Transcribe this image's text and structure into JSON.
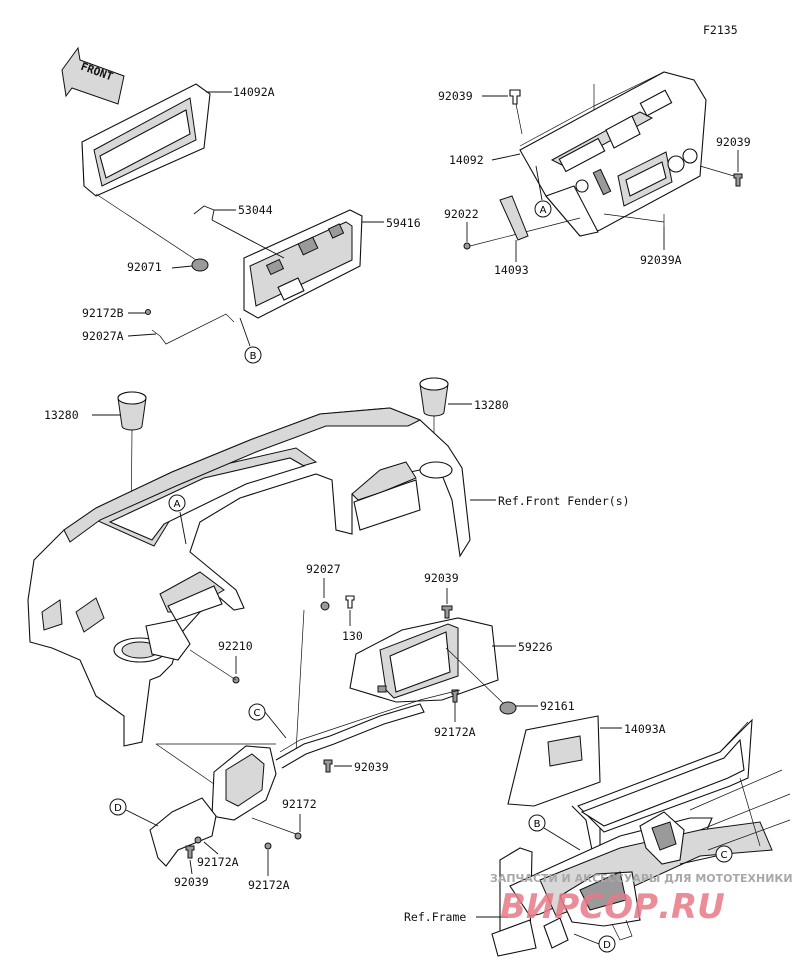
{
  "figure_code": "F2135",
  "front_label": "FRONT",
  "callout_letters": {
    "a": "A",
    "b": "B",
    "c": "C",
    "d": "D"
  },
  "part_labels": {
    "p14092A": "14092A",
    "p53044": "53044",
    "p59416": "59416",
    "p92071": "92071",
    "p92172B": "92172B",
    "p92027A": "92027A",
    "p92039_top": "92039",
    "p14092": "14092",
    "p92039_right": "92039",
    "p92022": "92022",
    "p14093": "14093",
    "p92039A": "92039A",
    "p13280_left": "13280",
    "p13280_right": "13280",
    "ref_front_fender": "Ref.Front Fender(s)",
    "p92027": "92027",
    "p92039_mid": "92039",
    "p130": "130",
    "p59226": "59226",
    "p92210": "92210",
    "p92161": "92161",
    "p92172A_mid": "92172A",
    "p14093A": "14093A",
    "p92039_low": "92039",
    "p92172": "92172",
    "p92172A_low1": "92172A",
    "p92039_bottom": "92039",
    "p92172A_low2": "92172A",
    "ref_frame": "Ref.Frame"
  },
  "watermark": {
    "subtitle": "ЗАПЧАСТИ И АКСЕССУАРЫ ДЛЯ МОТОТЕХНИКИ",
    "brand": "ВИРСОР.RU"
  },
  "colors": {
    "line": "#111111",
    "watermark_red": "#e87a88",
    "watermark_grey": "#a8a8a8"
  }
}
